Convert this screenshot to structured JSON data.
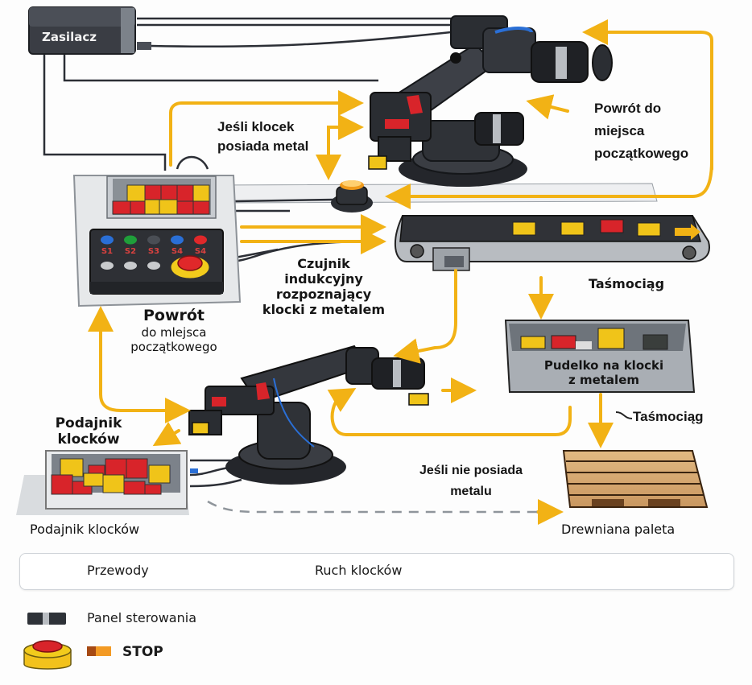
{
  "title": "Linia sortowania klocków z robotami",
  "components": {
    "power_supply": "Zasilacz",
    "control_panel": {
      "buttons": [
        {
          "label": "S1",
          "color": "#2a6fd6"
        },
        {
          "label": "S2",
          "color": "#1f9e3a"
        },
        {
          "label": "S3",
          "color": "#4a4e55"
        },
        {
          "label": "S4",
          "color": "#2a6fd6"
        },
        {
          "label": "S4",
          "color": "#e0282a"
        }
      ],
      "stop_label": "STOP"
    },
    "conveyor": "Taśmociąg",
    "metal_box": [
      "Pudelko na klocki",
      "z metalem"
    ],
    "pallet": "Drewniana paleta",
    "feeder_bottom": "Podajnik klocków",
    "feeder_top": [
      "Podajnik",
      "klocków"
    ]
  },
  "labels": {
    "if_metal": [
      "Jeśli klocek",
      "posiada metal"
    ],
    "return_top": [
      "Powrót do",
      "miejsca",
      "początkowego"
    ],
    "sensor": [
      "Czujnik",
      "indukcyjny",
      "rozpoznający",
      "klocki z metalem"
    ],
    "return_left": [
      "Powrót",
      "do mlejsca",
      "początkowego"
    ],
    "conveyor_2": "Taśmociąg",
    "if_not_metal": [
      "Jeśli nie posiada",
      "metalu"
    ]
  },
  "legend": {
    "wires": "Przewody",
    "block_movement": "Ruch klocków",
    "control_panel": "Panel sterowania",
    "stop": "STOP"
  },
  "colors": {
    "arrow": "#f2b215",
    "wire": "#2c2f36",
    "block_yellow": "#f0c419",
    "block_red": "#d8242a",
    "robot": "#2d2f34"
  }
}
